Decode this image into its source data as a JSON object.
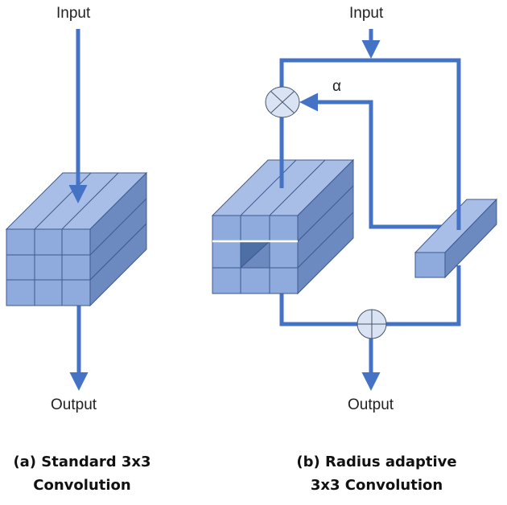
{
  "colors": {
    "arrow": "#4472C4",
    "cube_front": "#8FAADC",
    "cube_top": "#A9BEE6",
    "cube_side": "#6D8AC0",
    "cube_edge": "#3E5A8E",
    "node_fill": "#DAE3F3"
  },
  "left": {
    "input_label": "Input",
    "output_label": "Output",
    "caption_line1": "(a) Standard 3x3",
    "caption_line2": "Convolution"
  },
  "right": {
    "input_label": "Input",
    "output_label": "Output",
    "alpha_label": "α",
    "caption_line1": "(b) Radius adaptive",
    "caption_line2": "3x3 Convolution"
  },
  "icons": {
    "multiply_node": "circle-times-icon",
    "add_node": "circle-plus-icon"
  }
}
